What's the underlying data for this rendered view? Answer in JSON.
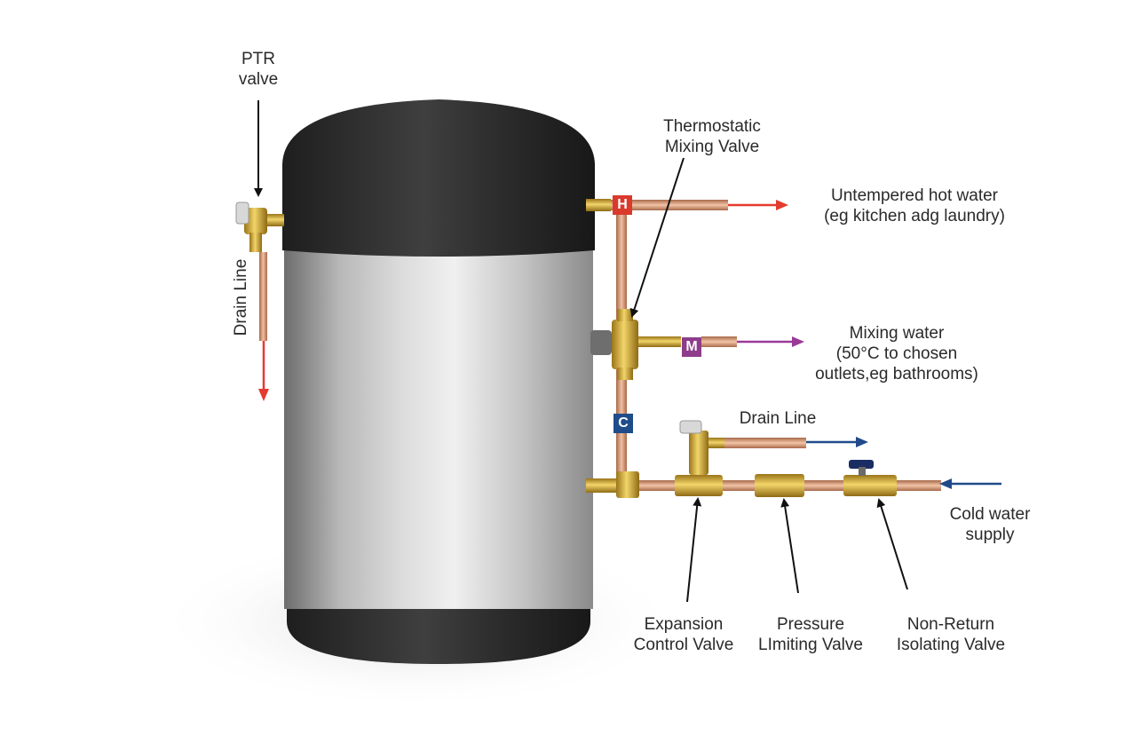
{
  "labels": {
    "ptr_valve": "PTR\nvalve",
    "drain_line_left": "Drain Line",
    "tmv": "Thermostatic\nMixing Valve",
    "untempered": "Untempered hot water\n(eg kitchen adg laundry)",
    "mixing": "Mixing water\n(50°C to chosen\noutlets,eg bathrooms)",
    "drain_line_right": "Drain Line",
    "cold_supply": "Cold water\nsupply",
    "expansion": "Expansion\nControl Valve",
    "pressure": "Pressure\nLImiting Valve",
    "non_return": "Non-Return\nIsolating Valve"
  },
  "badges": {
    "hot": "H",
    "mix": "M",
    "cold": "C"
  },
  "colors": {
    "hot_arrow": "#e53a2f",
    "mix_arrow": "#9a3a97",
    "cold_arrow": "#214a8a",
    "label_arrow": "#111111",
    "hot_badge": "#d93a2c",
    "mix_badge": "#8e3c8c",
    "cold_badge": "#1f4c8a",
    "tank_cap": "#262626",
    "copper": "#c98a66",
    "brass": "#c9a23a"
  }
}
